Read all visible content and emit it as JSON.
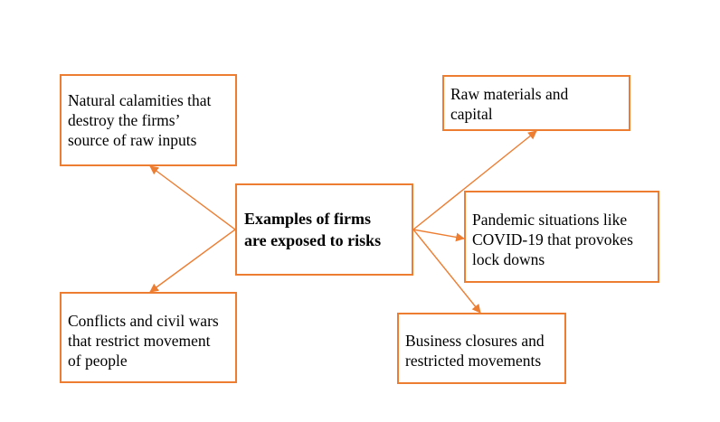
{
  "diagram": {
    "accent_color": "#ED7D31",
    "center": {
      "text": "Examples of firms\nare exposed to risks"
    },
    "nodes": [
      {
        "id": "natural",
        "text": "Natural calamities that\ndestroy the firms’\nsource of raw inputs"
      },
      {
        "id": "raw",
        "text": "Raw materials and\ncapital"
      },
      {
        "id": "pandemic",
        "text": "Pandemic situations like\nCOVID-19 that provokes\nlock downs"
      },
      {
        "id": "conflicts",
        "text": "Conflicts and civil wars\nthat restrict movement\nof people"
      },
      {
        "id": "business",
        "text": "Business closures and\nrestricted movements"
      }
    ]
  }
}
